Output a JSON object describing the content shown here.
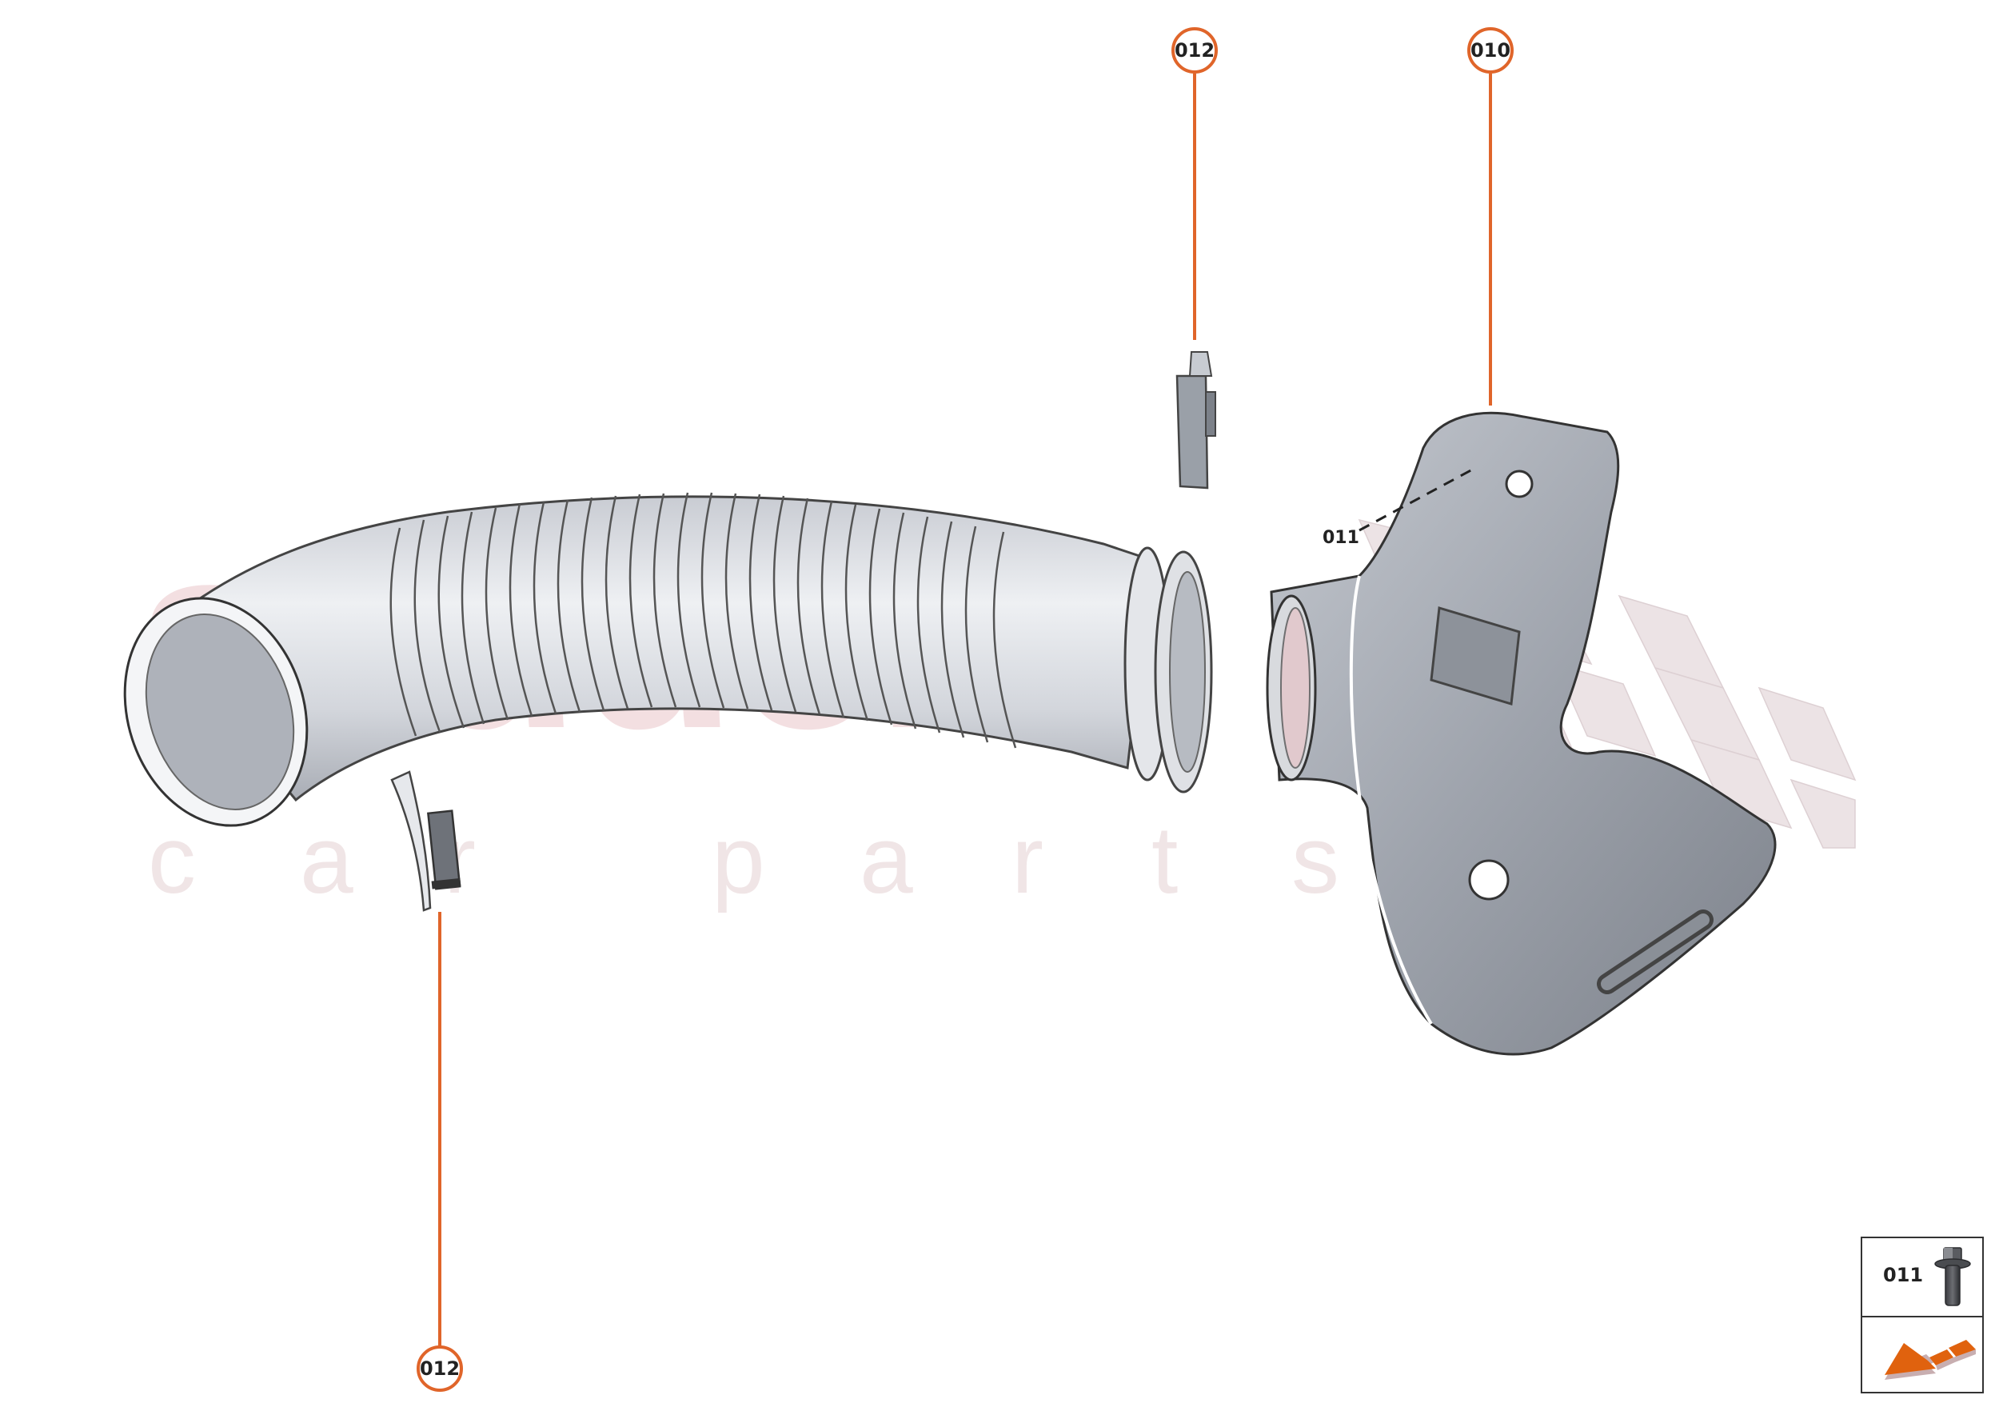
{
  "diagram": {
    "type": "exploded parts diagram",
    "subject": "air intake hose, bellows duct and brake cooling shroud",
    "accent_color": "#e0652a",
    "text_color": "#222222"
  },
  "watermark": {
    "main_text": "scuderia",
    "sub_letters": [
      "c",
      "a",
      "r",
      "p",
      "a",
      "r",
      "t",
      "s"
    ],
    "color": "#e8c8cc"
  },
  "callouts": [
    {
      "id": "callout-012-top",
      "label": "012",
      "part": "clip (upper)"
    },
    {
      "id": "callout-010",
      "label": "010",
      "part": "brake cooling duct / shroud"
    },
    {
      "id": "callout-012-bottom",
      "label": "012",
      "part": "clip (lower)"
    }
  ],
  "reference_labels": [
    {
      "label": "011",
      "part": "screw",
      "leader": "dashed"
    }
  ],
  "legend": {
    "rows": [
      {
        "code": "011",
        "icon": "flange-bolt-icon"
      },
      {
        "code": "",
        "icon": "orange-direction-arrow-icon"
      }
    ]
  }
}
